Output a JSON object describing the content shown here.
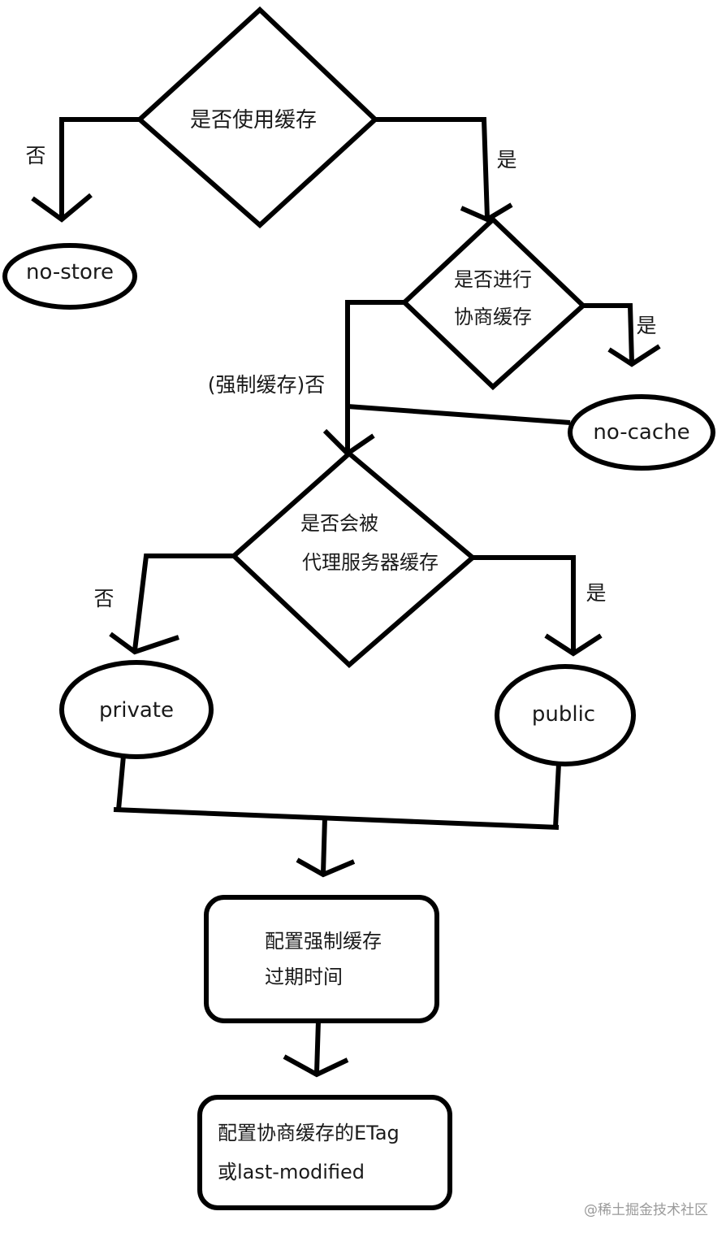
{
  "diagram": {
    "decision_use_cache": {
      "line1": "是否使用缓存"
    },
    "decision_negotiate": {
      "line1": "是否进行",
      "line2": "协商缓存"
    },
    "decision_proxy": {
      "line1": "是否会被",
      "line2": "代理服务器缓存"
    },
    "terminal_no_store": "no-store",
    "terminal_no_cache": "no-cache",
    "terminal_private": "private",
    "terminal_public": "public",
    "box_force_cache": {
      "line1": "配置强制缓存",
      "line2": "过期时间"
    },
    "box_negotiate_cache": {
      "line1": "配置协商缓存的ETag",
      "line2": "或last-modified"
    },
    "edge_labels": {
      "use_no": "否",
      "use_yes": "是",
      "negotiate_yes": "是",
      "negotiate_no": "(强制缓存)否",
      "proxy_no": "否",
      "proxy_yes": "是"
    },
    "watermark": "@稀土掘金技术社区"
  }
}
